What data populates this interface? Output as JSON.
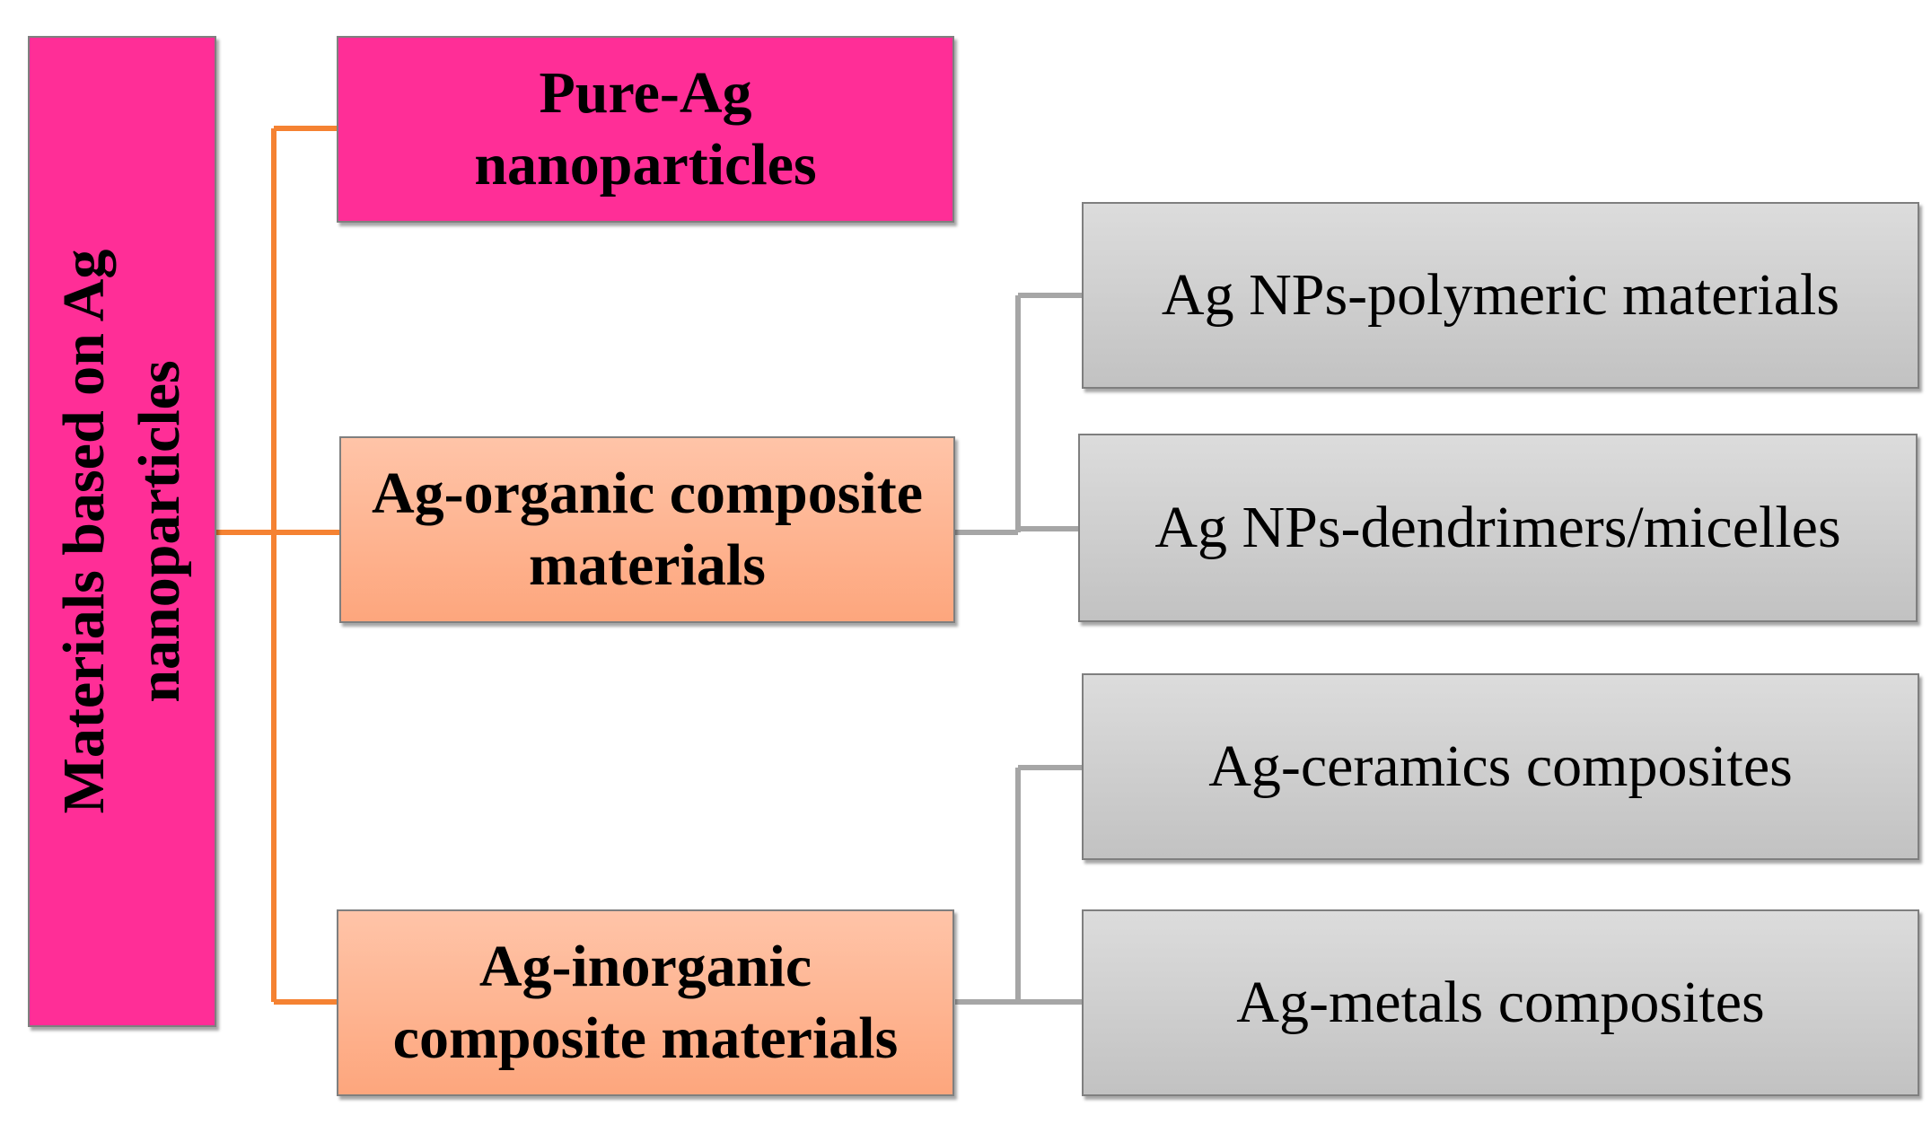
{
  "root": {
    "line1": "Materials based on Ag",
    "line2": "nanoparticles"
  },
  "categories": [
    {
      "line1": "Pure-Ag",
      "line2": "nanoparticles"
    },
    {
      "line1": "Ag-organic composite",
      "line2": "materials"
    },
    {
      "line1": "Ag-inorganic",
      "line2": "composite materials"
    }
  ],
  "subcategories": [
    {
      "label": "Ag NPs-polymeric materials"
    },
    {
      "label": "Ag NPs-dendrimers/micelles"
    },
    {
      "label": "Ag-ceramics composites"
    },
    {
      "label": "Ag-metals composites"
    }
  ],
  "colors": {
    "root": "#ff2e97",
    "pure": "#ff2e97",
    "composite": "#fdb08c",
    "subcategory": "#cfcfcf",
    "primary_connector": "#f58232",
    "secondary_connector": "#a6a6a6"
  }
}
